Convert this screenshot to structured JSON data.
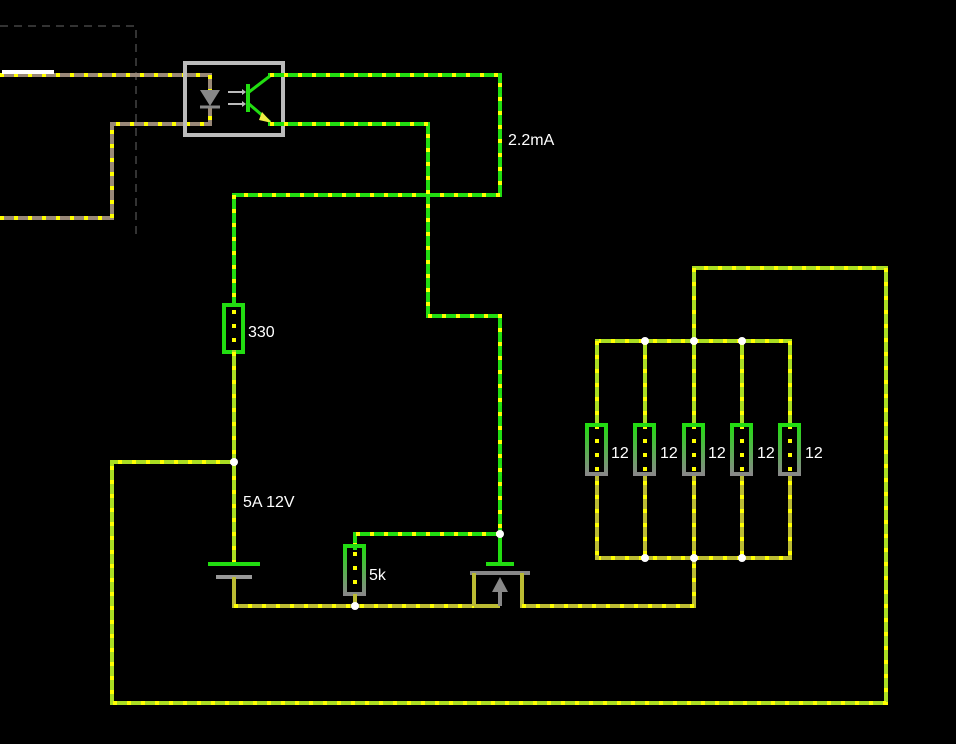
{
  "labels": {
    "current": "2.2mA",
    "r_gate": "330",
    "supply": "5A 12V",
    "r_pulldown": "5k",
    "load": [
      "12",
      "12",
      "12",
      "12",
      "12"
    ]
  },
  "colors": {
    "background": "#000000",
    "high": "#22dd11",
    "mid": "#aadd22",
    "low": "#bbbb33",
    "off": "#998877",
    "current_dots": "#ffff00",
    "node": "#ffffff",
    "box": "#bbbbbb"
  }
}
